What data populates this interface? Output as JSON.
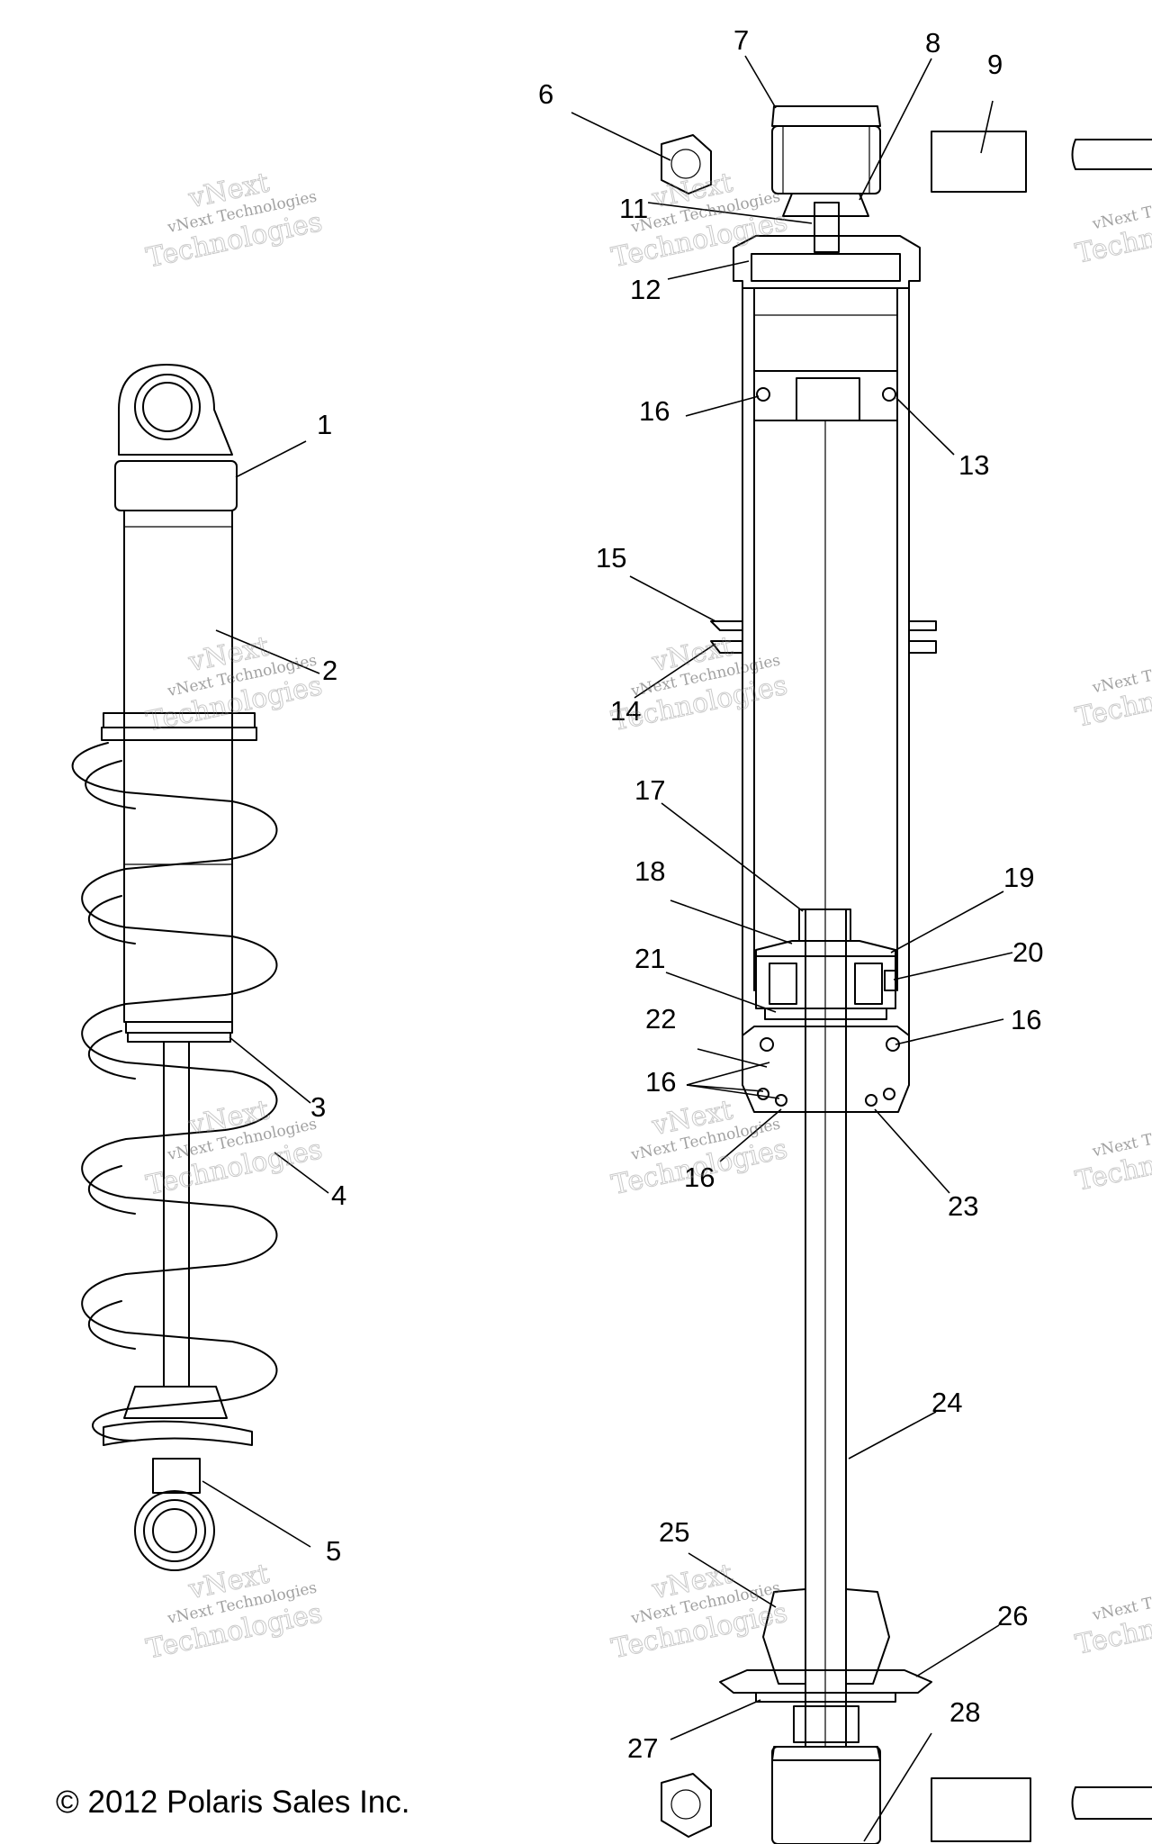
{
  "copyright": "© 2012 Polaris Sales Inc.",
  "watermark": {
    "line1": "vNext Technologies",
    "line2": "Technologies",
    "line3": "vNext"
  },
  "callouts": [
    "1",
    "2",
    "3",
    "4",
    "5",
    "6",
    "7",
    "8",
    "9",
    "11",
    "12",
    "13",
    "14",
    "15",
    "16",
    "17",
    "18",
    "19",
    "20",
    "21",
    "22",
    "23",
    "24",
    "25",
    "26",
    "27",
    "28"
  ]
}
